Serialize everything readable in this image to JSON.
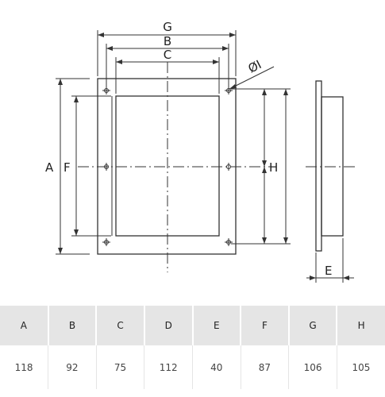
{
  "drawing": {
    "labels": {
      "g": "G",
      "b": "B",
      "c": "C",
      "a": "A",
      "f": "F",
      "h": "H",
      "e": "E",
      "hole": "ØI"
    }
  },
  "table": {
    "headers": [
      "A",
      "B",
      "C",
      "D",
      "E",
      "F",
      "G",
      "H"
    ],
    "values": [
      "118",
      "92",
      "75",
      "112",
      "40",
      "87",
      "106",
      "105"
    ]
  }
}
